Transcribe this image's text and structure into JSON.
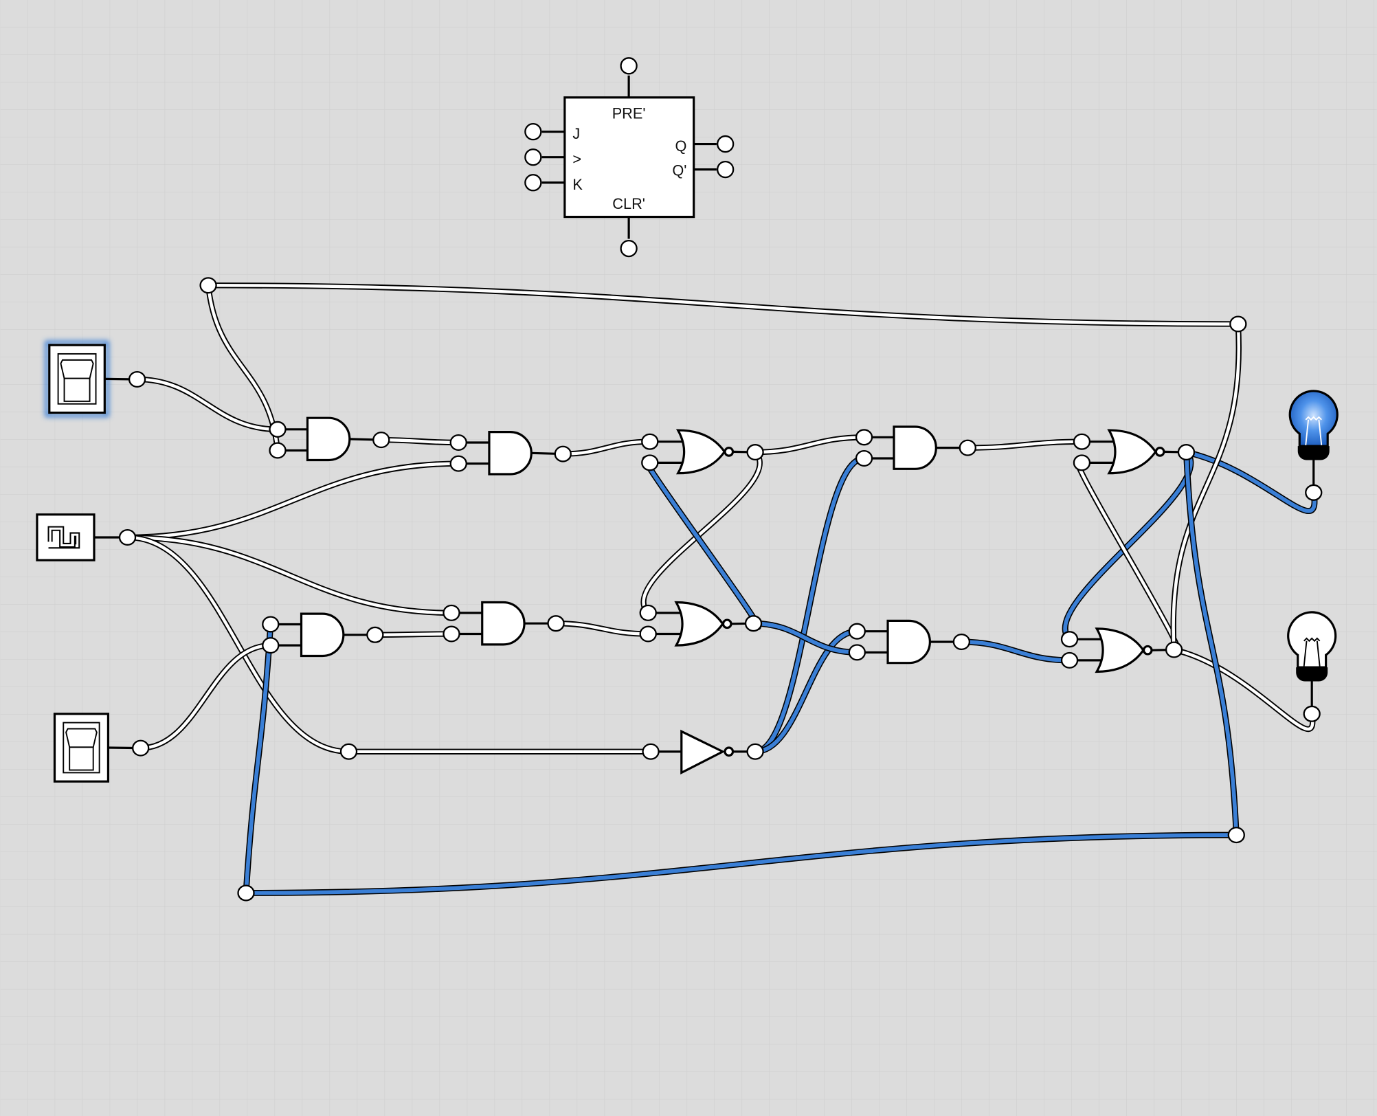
{
  "flip_flop": {
    "pre": "PRE'",
    "j": "J",
    "clk": ">",
    "k": "K",
    "q": "Q",
    "qn": "Q'",
    "clr": "CLR'"
  },
  "inputs": {
    "switch_top": {
      "state": "on",
      "selected": true
    },
    "clock": {
      "state": "running"
    },
    "switch_bottom": {
      "state": "off"
    }
  },
  "outputs": {
    "bulb_top": {
      "state": "on"
    },
    "bulb_bottom": {
      "state": "off"
    }
  },
  "colors": {
    "active_wire": "#3a7fd6",
    "inactive_wire": "#ffffff",
    "background": "#dcdcdc",
    "grid": "#d0d0d0"
  }
}
